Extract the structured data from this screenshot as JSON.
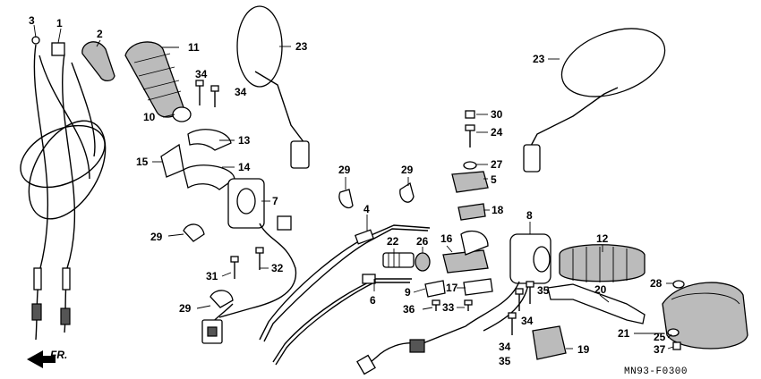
{
  "diagram": {
    "callouts": [
      {
        "id": "c3",
        "text": "3"
      },
      {
        "id": "c1",
        "text": "1"
      },
      {
        "id": "c2",
        "text": "2"
      },
      {
        "id": "c11",
        "text": "11"
      },
      {
        "id": "c34a",
        "text": "34"
      },
      {
        "id": "c34b",
        "text": "34"
      },
      {
        "id": "c10",
        "text": "10"
      },
      {
        "id": "c23a",
        "text": "23"
      },
      {
        "id": "c13",
        "text": "13"
      },
      {
        "id": "c15",
        "text": "15"
      },
      {
        "id": "c14",
        "text": "14"
      },
      {
        "id": "c7",
        "text": "7"
      },
      {
        "id": "c29a",
        "text": "29"
      },
      {
        "id": "c29b",
        "text": "29"
      },
      {
        "id": "c29c",
        "text": "29"
      },
      {
        "id": "c29d",
        "text": "29"
      },
      {
        "id": "c4",
        "text": "4"
      },
      {
        "id": "c31",
        "text": "31"
      },
      {
        "id": "c32",
        "text": "32"
      },
      {
        "id": "c6",
        "text": "6"
      },
      {
        "id": "c22",
        "text": "22"
      },
      {
        "id": "c26",
        "text": "26"
      },
      {
        "id": "c16",
        "text": "16"
      },
      {
        "id": "c9",
        "text": "9"
      },
      {
        "id": "c17",
        "text": "17"
      },
      {
        "id": "c36",
        "text": "36"
      },
      {
        "id": "c33",
        "text": "33"
      },
      {
        "id": "c30",
        "text": "30"
      },
      {
        "id": "c24",
        "text": "24"
      },
      {
        "id": "c27",
        "text": "27"
      },
      {
        "id": "c5",
        "text": "5"
      },
      {
        "id": "c18",
        "text": "18"
      },
      {
        "id": "c23b",
        "text": "23"
      },
      {
        "id": "c8",
        "text": "8"
      },
      {
        "id": "c12",
        "text": "12"
      },
      {
        "id": "c35a",
        "text": "35"
      },
      {
        "id": "c34c",
        "text": "34"
      },
      {
        "id": "c34d",
        "text": "34"
      },
      {
        "id": "c35b",
        "text": "35"
      },
      {
        "id": "c20",
        "text": "20"
      },
      {
        "id": "c19",
        "text": "19"
      },
      {
        "id": "c28",
        "text": "28"
      },
      {
        "id": "c21",
        "text": "21"
      },
      {
        "id": "c25",
        "text": "25"
      },
      {
        "id": "c37",
        "text": "37"
      }
    ],
    "direction_label": "FR.",
    "diagram_code": "MN93-F0300"
  }
}
